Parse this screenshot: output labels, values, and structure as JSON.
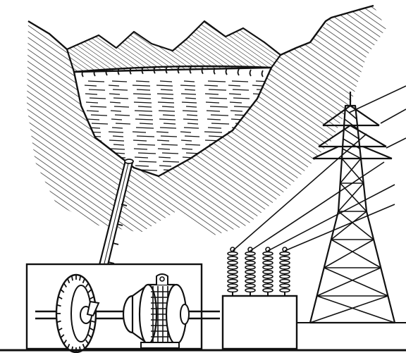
{
  "illustration": {
    "subject": "hydroelectric-power-scheme",
    "components": [
      "mountains",
      "dam",
      "reservoir",
      "penstock",
      "pelton-wheel",
      "generator",
      "transformer",
      "transmission-tower",
      "power-lines"
    ],
    "ink_color": "#111111",
    "paper_color": "#ffffff"
  }
}
